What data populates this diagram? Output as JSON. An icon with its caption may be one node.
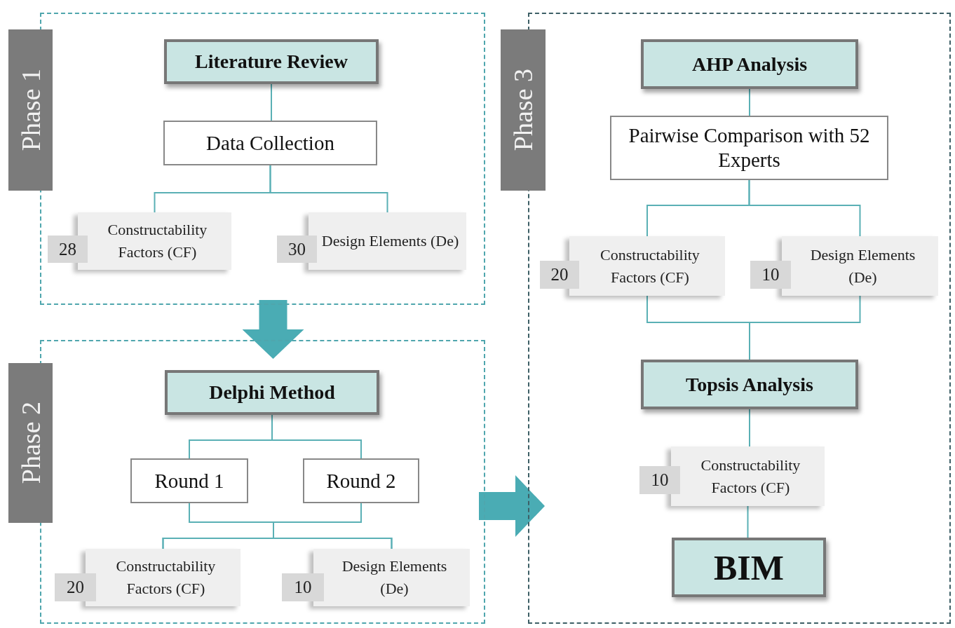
{
  "diagram": {
    "nodes": [
      {
        "text": [
          "Phase 1"
        ]
      },
      {
        "text": [
          "Literature Review"
        ],
        "in": 0
      },
      {
        "text": [
          "Data Collection"
        ],
        "in": 0
      },
      {
        "text": [
          "28",
          "Constructability Factors (CF)"
        ],
        "in": 0
      },
      {
        "text": [
          "30",
          "Design Elements (De)"
        ],
        "in": 0
      },
      {
        "text": [
          "Phase 2"
        ]
      },
      {
        "text": [
          "Delphi Method"
        ],
        "in": 5
      },
      {
        "text": [
          "Round 1"
        ],
        "in": 5
      },
      {
        "text": [
          "Round 2"
        ],
        "in": 5
      },
      {
        "text": [
          "20",
          "Constructability Factors (CF)"
        ],
        "in": 5
      },
      {
        "text": [
          "10",
          "Design Elements (De)"
        ],
        "in": 5
      },
      {
        "text": [
          "Phase 3"
        ]
      },
      {
        "text": [
          "AHP Analysis"
        ],
        "in": 11
      },
      {
        "text": [
          "Pairwise Comparison with 52 Experts"
        ],
        "in": 11
      },
      {
        "text": [
          "20",
          "Constructability Factors (CF)"
        ],
        "in": 11
      },
      {
        "text": [
          "10",
          "Design Elements (De)"
        ],
        "in": 11
      },
      {
        "text": [
          "Topsis Analysis"
        ],
        "in": 11
      },
      {
        "text": [
          "10",
          "Constructability Factors (CF)"
        ],
        "in": 11
      },
      {
        "text": [
          "BIM"
        ],
        "in": 11
      }
    ],
    "edges": [
      {
        "from": 1,
        "to": 2,
        "arrow": "none"
      },
      {
        "from": 2,
        "to": 3,
        "arrow": "none"
      },
      {
        "from": 2,
        "to": 4,
        "arrow": "none"
      },
      {
        "from": 6,
        "to": 7,
        "arrow": "none"
      },
      {
        "from": 6,
        "to": 8,
        "arrow": "none"
      },
      {
        "from": 7,
        "to": 9,
        "arrow": "none"
      },
      {
        "from": 7,
        "to": 10,
        "arrow": "none"
      },
      {
        "from": 8,
        "to": 9,
        "arrow": "none"
      },
      {
        "from": 8,
        "to": 10,
        "arrow": "none"
      },
      {
        "from": 12,
        "to": 13,
        "arrow": "none"
      },
      {
        "from": 13,
        "to": 14,
        "arrow": "none"
      },
      {
        "from": 13,
        "to": 15,
        "arrow": "none"
      },
      {
        "from": 14,
        "to": 16,
        "arrow": "none"
      },
      {
        "from": 15,
        "to": 16,
        "arrow": "none"
      },
      {
        "from": 16,
        "to": 17,
        "arrow": "none"
      },
      {
        "from": 17,
        "to": 18,
        "arrow": "none"
      },
      {
        "from": 0,
        "to": 5,
        "arrow": "to",
        "style": "thick"
      },
      {
        "from": 5,
        "to": 11,
        "arrow": "to",
        "style": "thick"
      }
    ]
  }
}
